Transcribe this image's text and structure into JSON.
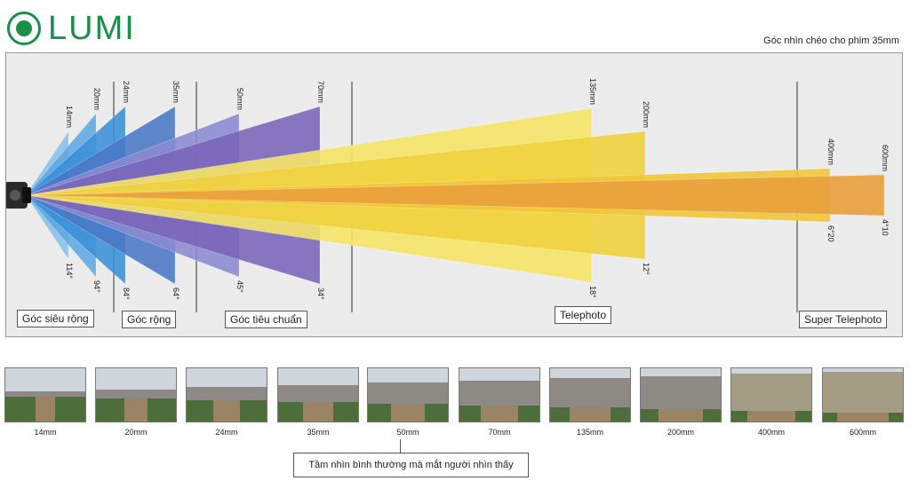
{
  "brand": {
    "name": "LUMI",
    "logo_icon": "lumi-logo-icon"
  },
  "subtitle": "Góc nhìn chéo cho phim 35mm",
  "colors": {
    "brand_green": "#1a8f4a",
    "ultra_wide_blue": "#6aaee0",
    "wide_blue": "#3b86cf",
    "standard_purple": "#7f6fc0",
    "telephoto_yellow": "#f2dd4a",
    "super_telephoto_orange": "#eba23c"
  },
  "categories": [
    {
      "label": "Góc siêu rộng"
    },
    {
      "label": "Góc rộng"
    },
    {
      "label": "Góc tiêu chuẩn"
    },
    {
      "label": "Telephoto"
    },
    {
      "label": "Super Telephoto"
    }
  ],
  "lenses": [
    {
      "focal": "14mm",
      "angle": "114°",
      "color": "#89bfe8"
    },
    {
      "focal": "20mm",
      "angle": "94°",
      "color": "#5fa7e0"
    },
    {
      "focal": "24mm",
      "angle": "84°",
      "color": "#3a8fd6"
    },
    {
      "focal": "35mm",
      "angle": "64°",
      "color": "#4a78c6"
    },
    {
      "focal": "50mm",
      "angle": "45°",
      "color": "#8a8ad0"
    },
    {
      "focal": "70mm",
      "angle": "34°",
      "color": "#7a64b8"
    },
    {
      "focal": "135mm",
      "angle": "18°",
      "color": "#f6e468"
    },
    {
      "focal": "200mm",
      "angle": "12°",
      "color": "#f0d23e"
    },
    {
      "focal": "400mm",
      "angle": "6°20",
      "color": "#f2c53a"
    },
    {
      "focal": "600mm",
      "angle": "4°10",
      "color": "#e9a03c"
    }
  ],
  "thumbnails": [
    {
      "caption": "14mm"
    },
    {
      "caption": "20mm"
    },
    {
      "caption": "24mm"
    },
    {
      "caption": "35mm"
    },
    {
      "caption": "50mm"
    },
    {
      "caption": "70mm"
    },
    {
      "caption": "135mm"
    },
    {
      "caption": "200mm"
    },
    {
      "caption": "400mm"
    },
    {
      "caption": "600mm"
    }
  ],
  "note": "Tầm nhìn bình thường mà mắt người nhìn thấy"
}
